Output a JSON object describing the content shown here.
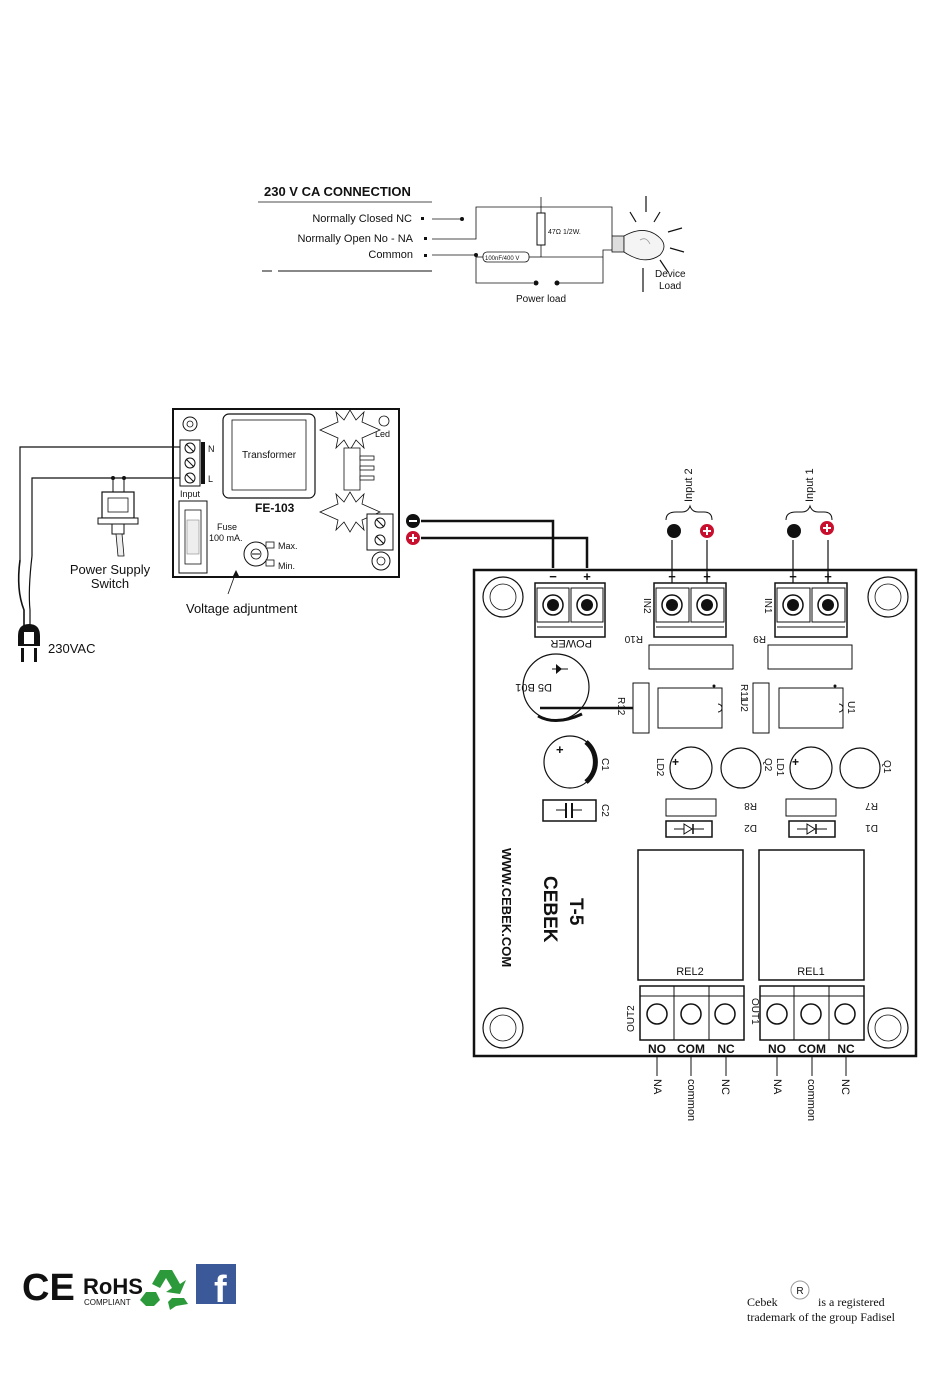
{
  "connection": {
    "title": "230 V CA CONNECTION",
    "nc": "Normally Closed NC",
    "no": "Normally Open  No - NA",
    "common": "Common",
    "resistor": "47Ω 1/2W.",
    "capacitor": "100nF/400 V",
    "device": "Device",
    "load_word": "Load",
    "power_load": "Power  load"
  },
  "psu": {
    "model": "FE-103",
    "transformer": "Transformer",
    "led": "Led",
    "n": "N",
    "l": "L",
    "input": "Input",
    "fuse": "Fuse",
    "fuse_rating": "100 mA.",
    "max": "Max.",
    "min": "Min.",
    "switch_line1": "Power Supply",
    "switch_line2": "Switch",
    "voltage_adj": "Voltage adjuntment",
    "mains": "230VAC"
  },
  "board": {
    "model": "T-5",
    "brand": "CEBEK",
    "web": "WWW.CEBEK.COM",
    "power": "POWER",
    "in1": "IN1",
    "in2": "IN2",
    "input1": "Input 1",
    "input2": "Input 2",
    "minus": "−",
    "plus": "+",
    "r10": "R10",
    "r9": "R9",
    "r12": "R12",
    "r11": "R11",
    "u2": "U2",
    "u1": "U1",
    "db": "D5 B01",
    "c1": "C1",
    "c2": "C2",
    "ld2": "LD2",
    "ld1": "LD1",
    "q2": "Q2",
    "q1": "Q1",
    "r8": "R8",
    "r7": "R7",
    "d2": "D2",
    "d1": "D1",
    "rel2": "REL2",
    "rel1": "REL1",
    "out2": "OUT2",
    "out1": "OUT1",
    "no": "NO",
    "com": "COM",
    "nc": "NC",
    "na": "NA",
    "common": "common"
  },
  "footer": {
    "ce": "CE",
    "rohs": "RoHS",
    "compliant": "COMPLIANT",
    "fb": "f",
    "cebek": "Cebek",
    "reg": "R",
    "reg_text1": "is a registered",
    "reg_text2": "trademark of the group Fadisel"
  }
}
